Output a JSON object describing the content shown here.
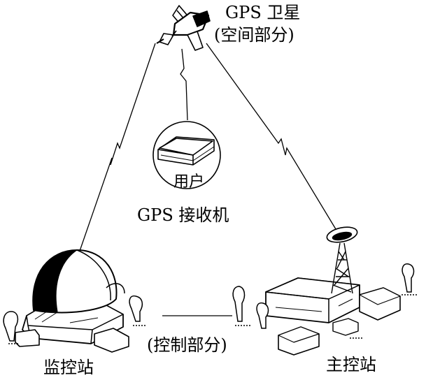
{
  "labels": {
    "satellite": "GPS 卫星",
    "space_segment": "(空间部分)",
    "user": "用户",
    "receiver": "GPS 接收机",
    "control_segment": "(控制部分)",
    "monitor_station": "监控站",
    "master_station": "主控站"
  },
  "icons": {
    "satellite": "satellite-icon",
    "receiver": "receiver-device-icon",
    "monitor_station": "radar-dome-station-icon",
    "master_station": "antenna-tower-building-icon"
  },
  "colors": {
    "line": "#000000",
    "fill": "#ffffff"
  }
}
